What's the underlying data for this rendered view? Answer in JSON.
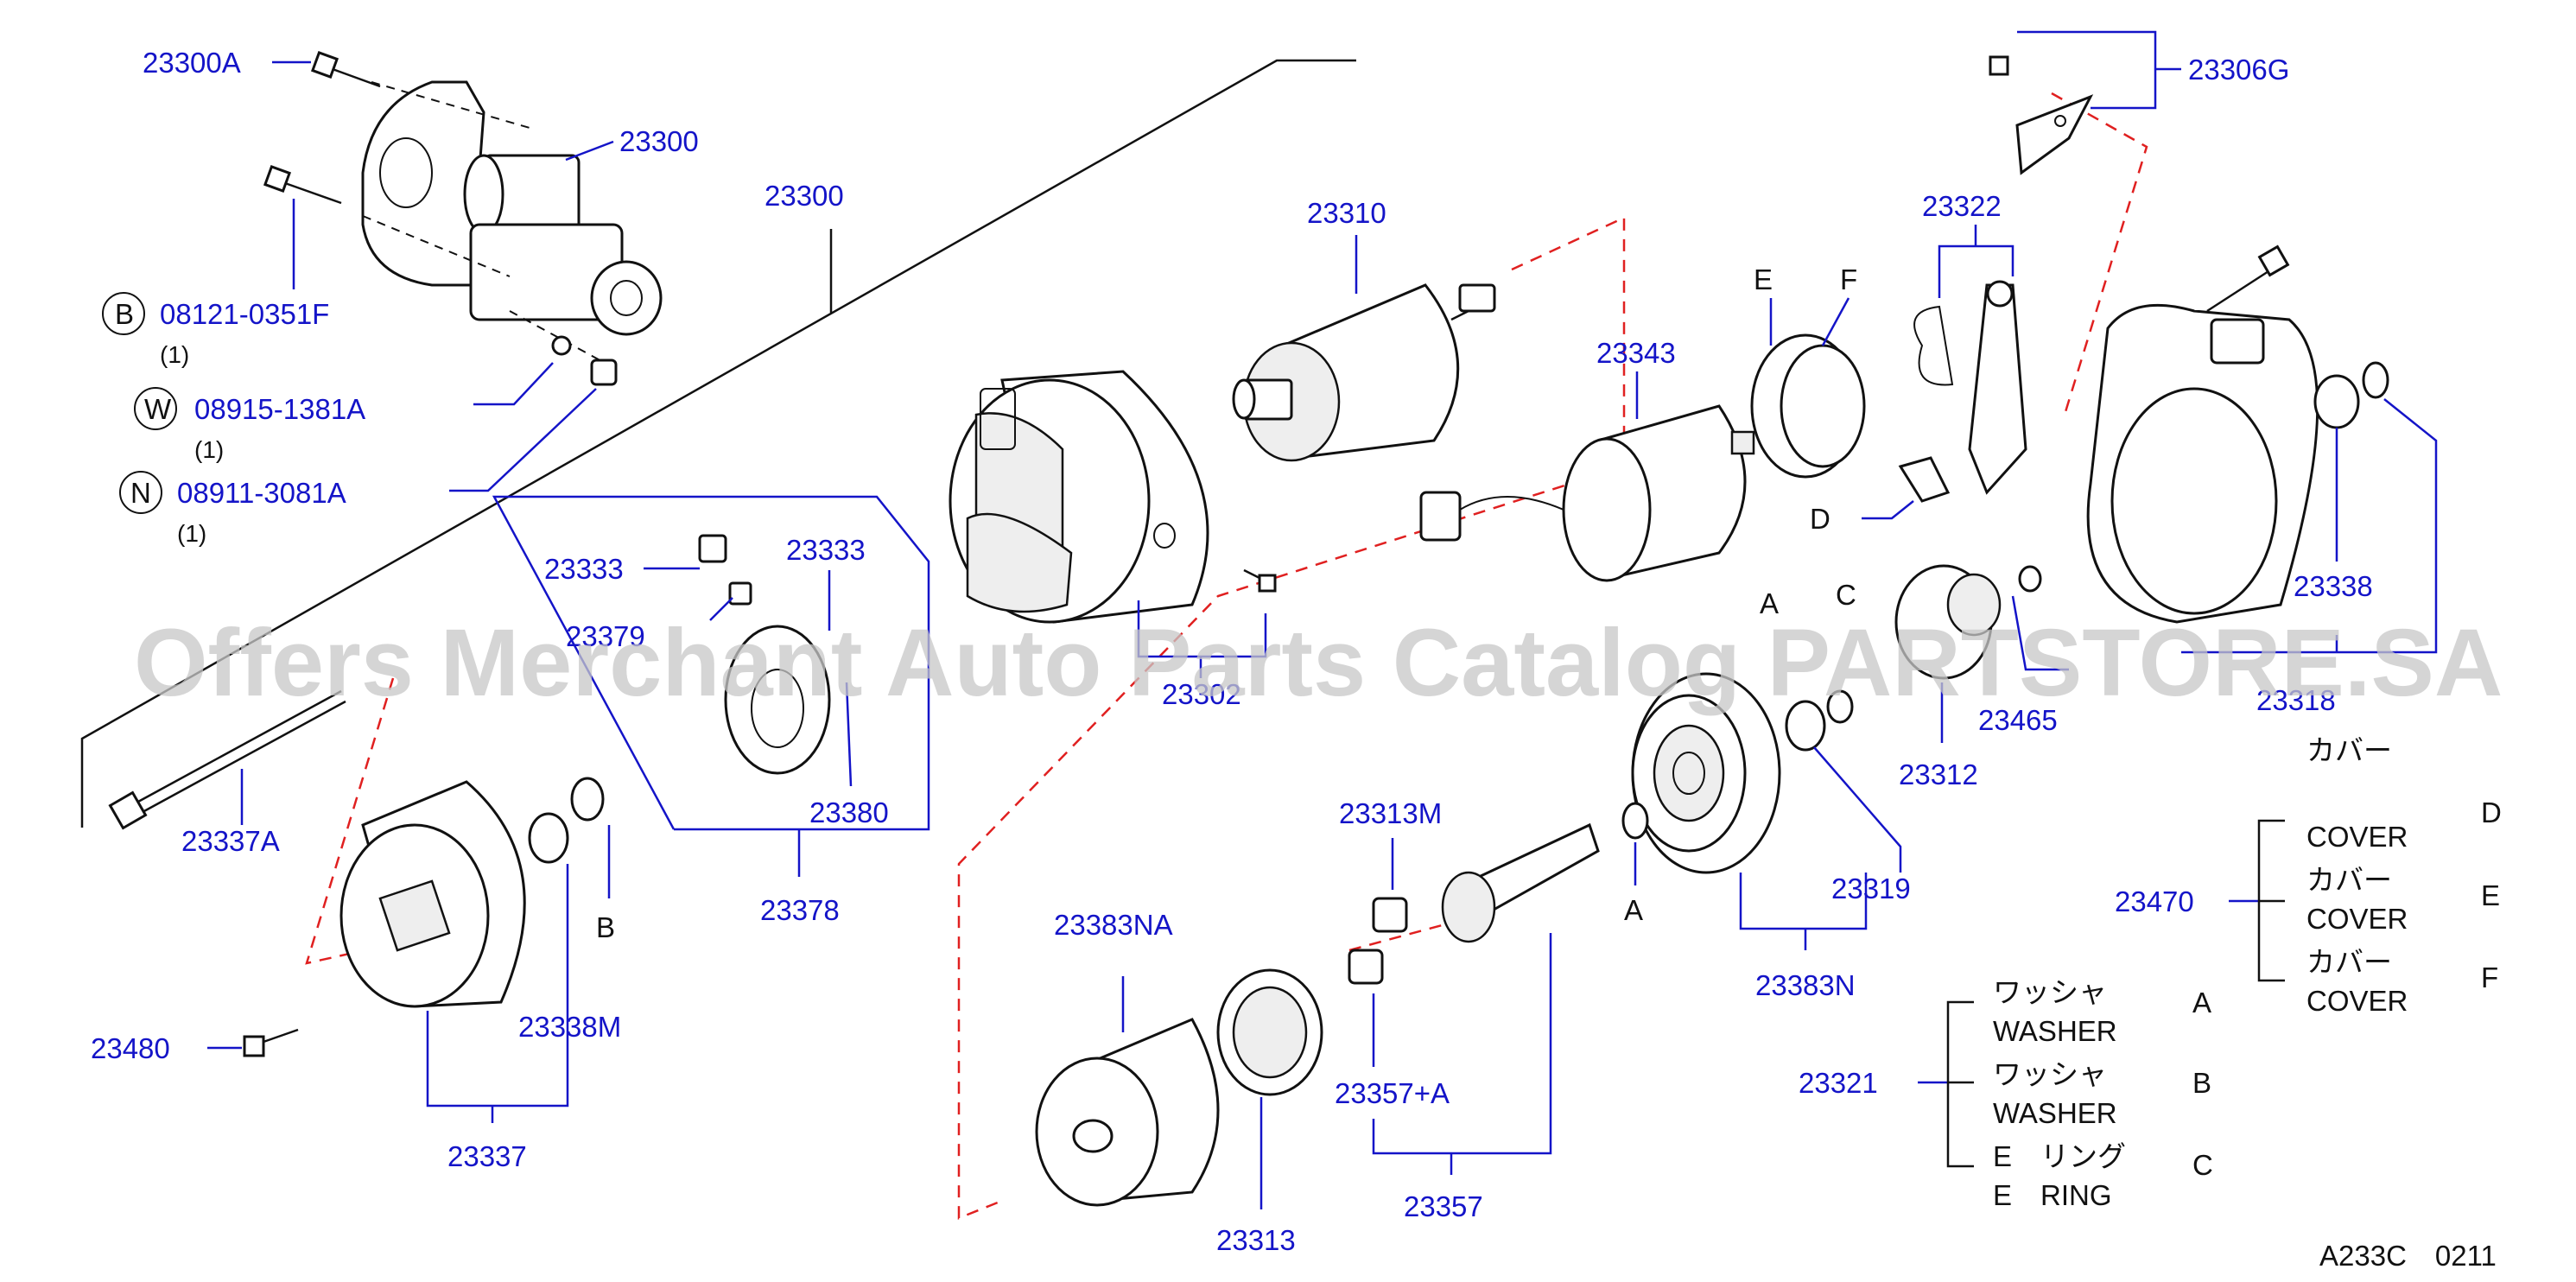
{
  "labels": {
    "p23300A": "23300A",
    "p23300_top": "23300",
    "p23300_main": "23300",
    "b_code": "08121-0351F",
    "b_qty": "(1)",
    "w_code": "08915-1381A",
    "w_qty": "(1)",
    "n_code": "08911-3081A",
    "n_qty": "(1)",
    "p23310": "23310",
    "p23343": "23343",
    "p23322": "23322",
    "p23306G": "23306G",
    "p23333a": "23333",
    "p23333b": "23333",
    "p23379": "23379",
    "p23380": "23380",
    "p23378": "23378",
    "p23302": "23302",
    "p23337A": "23337A",
    "p23337": "23337",
    "p23338M": "23338M",
    "p23480": "23480",
    "p23338": "23338",
    "p23318": "23318",
    "p23465": "23465",
    "p23312": "23312",
    "p23319": "23319",
    "p23383N": "23383N",
    "p23383NA": "23383NA",
    "p23313M": "23313M",
    "p23357A": "23357+A",
    "p23357": "23357",
    "p23313": "23313",
    "p23470": "23470",
    "p23321": "23321"
  },
  "letters": {
    "circle_b": "B",
    "circle_w": "W",
    "circle_n": "N",
    "e": "E",
    "f": "F",
    "d": "D",
    "a1": "A",
    "c1": "C",
    "a2": "A",
    "b2": "B"
  },
  "cover_group": {
    "heading_jp": "カバー",
    "rows": [
      {
        "jp": "",
        "en": "COVER",
        "key": "D"
      },
      {
        "jp": "カバー",
        "en": "COVER",
        "key": "E"
      },
      {
        "jp": "カバー",
        "en": "COVER",
        "key": "F"
      }
    ]
  },
  "washer_group": {
    "rows": [
      {
        "jp": "ワッシャ",
        "en": "WASHER",
        "key": "A"
      },
      {
        "jp": "ワッシャ",
        "en": "WASHER",
        "key": "B"
      },
      {
        "jp": "E　リング",
        "en": "E　RING",
        "key": "C"
      }
    ]
  },
  "watermark": "Offers Merchant Auto Parts Catalog PARTSTORE.SA",
  "footer_code": "A233C　0211",
  "colors": {
    "part_number": "#1414c8",
    "callout_dash": "#e02020",
    "ink": "#111111"
  }
}
